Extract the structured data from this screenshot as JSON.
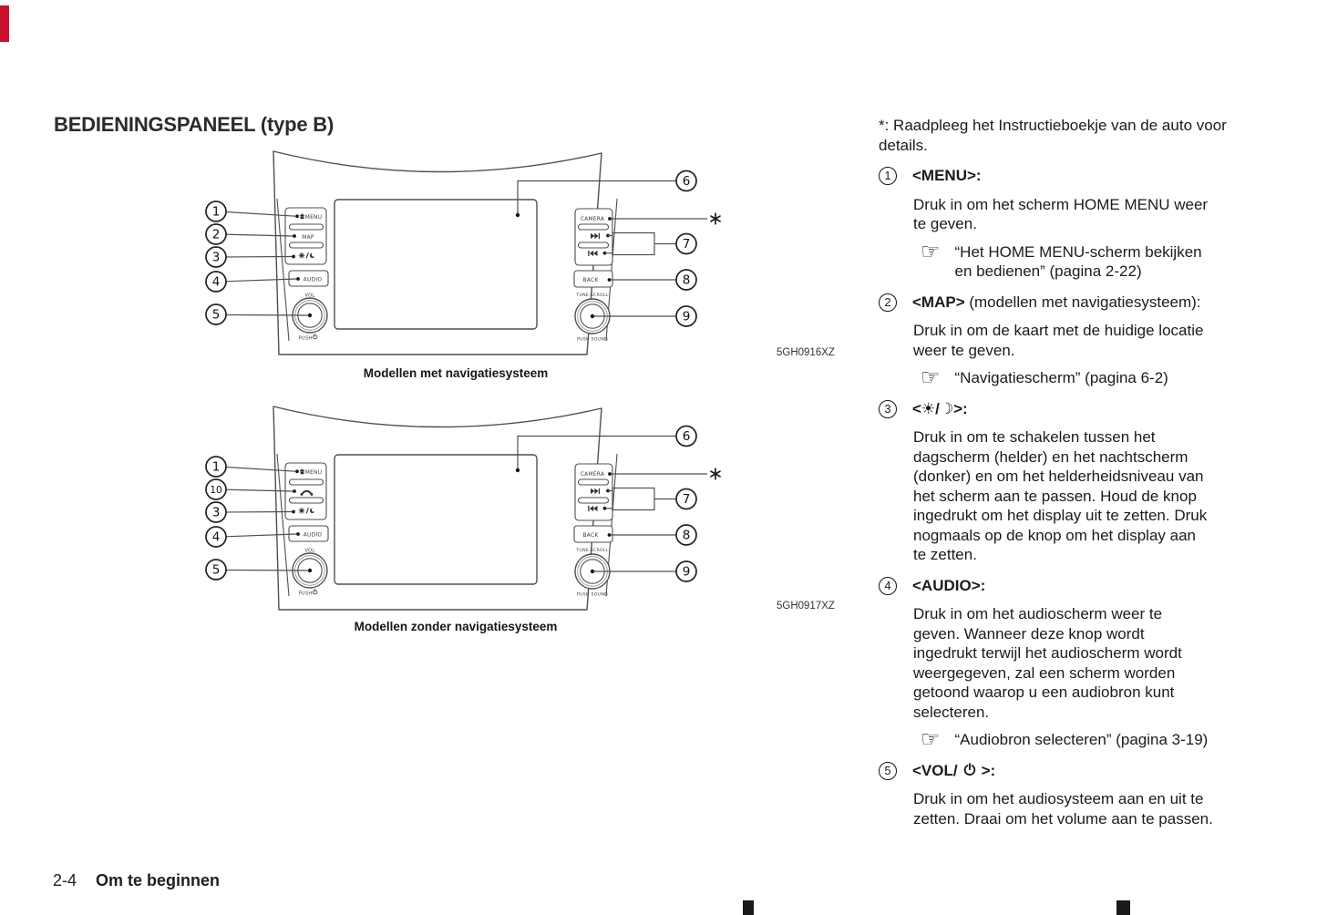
{
  "page": {
    "title": "BEDIENINGSPANEEL (type B)",
    "footer_page": "2-4",
    "footer_section": "Om te beginnen",
    "edge_tab_color": "#c8102e"
  },
  "icons": {
    "reference": "pointing-hand-icon",
    "power": "power-icon",
    "home": "house-icon",
    "day_night": "sun-moon-icon",
    "phone": "phone-handset-icon",
    "next_track": "next-track-icon",
    "previous_track": "previous-track-icon"
  },
  "diagrams": [
    {
      "caption": "Modellen met navigatiesysteem",
      "code": "5GH0916XZ",
      "asterisk": "*",
      "labels": {
        "menu": "MENU",
        "map": "MAP",
        "audio": "AUDIO",
        "camera": "CAMERA",
        "back": "BACK",
        "vol": "VOL",
        "push": "PUSH",
        "tune": "TUNE·SCROLL",
        "push_sound": "PUSH SOUND"
      },
      "callouts": {
        "c1": "1",
        "c2": "2",
        "c3": "3",
        "c4": "4",
        "c5": "5",
        "c6": "6",
        "c7": "7",
        "c8": "8",
        "c9": "9"
      }
    },
    {
      "caption": "Modellen zonder navigatiesysteem",
      "code": "5GH0917XZ",
      "asterisk": "*",
      "labels": {
        "menu": "MENU",
        "audio": "AUDIO",
        "camera": "CAMERA",
        "back": "BACK",
        "vol": "VOL",
        "push": "PUSH",
        "tune": "TUNE·SCROLL",
        "push_sound": "PUSH SOUND"
      },
      "callouts": {
        "c1": "1",
        "c10": "10",
        "c3": "3",
        "c4": "4",
        "c5": "5",
        "c6": "6",
        "c7": "7",
        "c8": "8",
        "c9": "9"
      }
    }
  ],
  "notes": {
    "asterisk_note": "*: Raadpleeg het Instructieboekje van de auto voor\ndetails."
  },
  "items": [
    {
      "num": "1",
      "heading": "<MENU>:",
      "body": "Druk in om het scherm HOME MENU weer\nte geven.",
      "ref": "“Het HOME MENU-scherm bekijken\nen bedienen” (pagina 2-22)"
    },
    {
      "num": "2",
      "heading": "<MAP>",
      "suffix": " (modellen met navigatiesysteem):",
      "body": "Druk in om de kaart met de huidige locatie\nweer te geven.",
      "ref": "“Navigatiescherm” (pagina 6-2)"
    },
    {
      "num": "3",
      "heading": "<☀/☽>:",
      "body": "Druk in om te schakelen tussen het\ndagscherm (helder) en het nachtscherm\n(donker) en om het helderheidsniveau van\nhet scherm aan te passen. Houd de knop\ningedrukt om het display uit te zetten. Druk\nnogmaals op de knop om het display aan\nte zetten."
    },
    {
      "num": "4",
      "heading": "<AUDIO>:",
      "body": "Druk in om het audioscherm weer te\ngeven. Wanneer deze knop wordt\ningedrukt terwijl het audioscherm wordt\nweergegeven, zal een scherm worden\ngetoond waarop u een audiobron kunt\nselecteren.",
      "ref": "“Audiobron selecteren” (pagina 3-19)"
    },
    {
      "num": "5",
      "heading_pre": "<VOL/",
      "heading_post": ">:",
      "icon": "power-icon",
      "body": "Druk in om het audiosysteem aan en uit te\nzetten. Draai om het volume aan te passen."
    }
  ]
}
